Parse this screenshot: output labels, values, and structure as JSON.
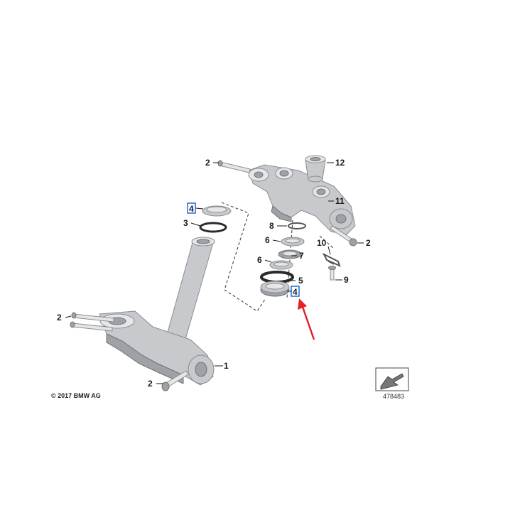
{
  "copyright": "© 2017 BMW AG",
  "reference_number": "478483",
  "highlight_color": "#1a6fd6",
  "arrow_color": "#e0242a",
  "callouts": [
    {
      "label": "1",
      "highlighted": false
    },
    {
      "label": "2",
      "highlighted": false
    },
    {
      "label": "2",
      "highlighted": false
    },
    {
      "label": "2",
      "highlighted": false
    },
    {
      "label": "2",
      "highlighted": false
    },
    {
      "label": "3",
      "highlighted": false
    },
    {
      "label": "4",
      "highlighted": true
    },
    {
      "label": "4",
      "highlighted": true
    },
    {
      "label": "5",
      "highlighted": false
    },
    {
      "label": "6",
      "highlighted": false
    },
    {
      "label": "6",
      "highlighted": false
    },
    {
      "label": "7",
      "highlighted": false
    },
    {
      "label": "8",
      "highlighted": false
    },
    {
      "label": "9",
      "highlighted": false
    },
    {
      "label": "10",
      "highlighted": false
    },
    {
      "label": "11",
      "highlighted": false
    },
    {
      "label": "12",
      "highlighted": false
    }
  ]
}
